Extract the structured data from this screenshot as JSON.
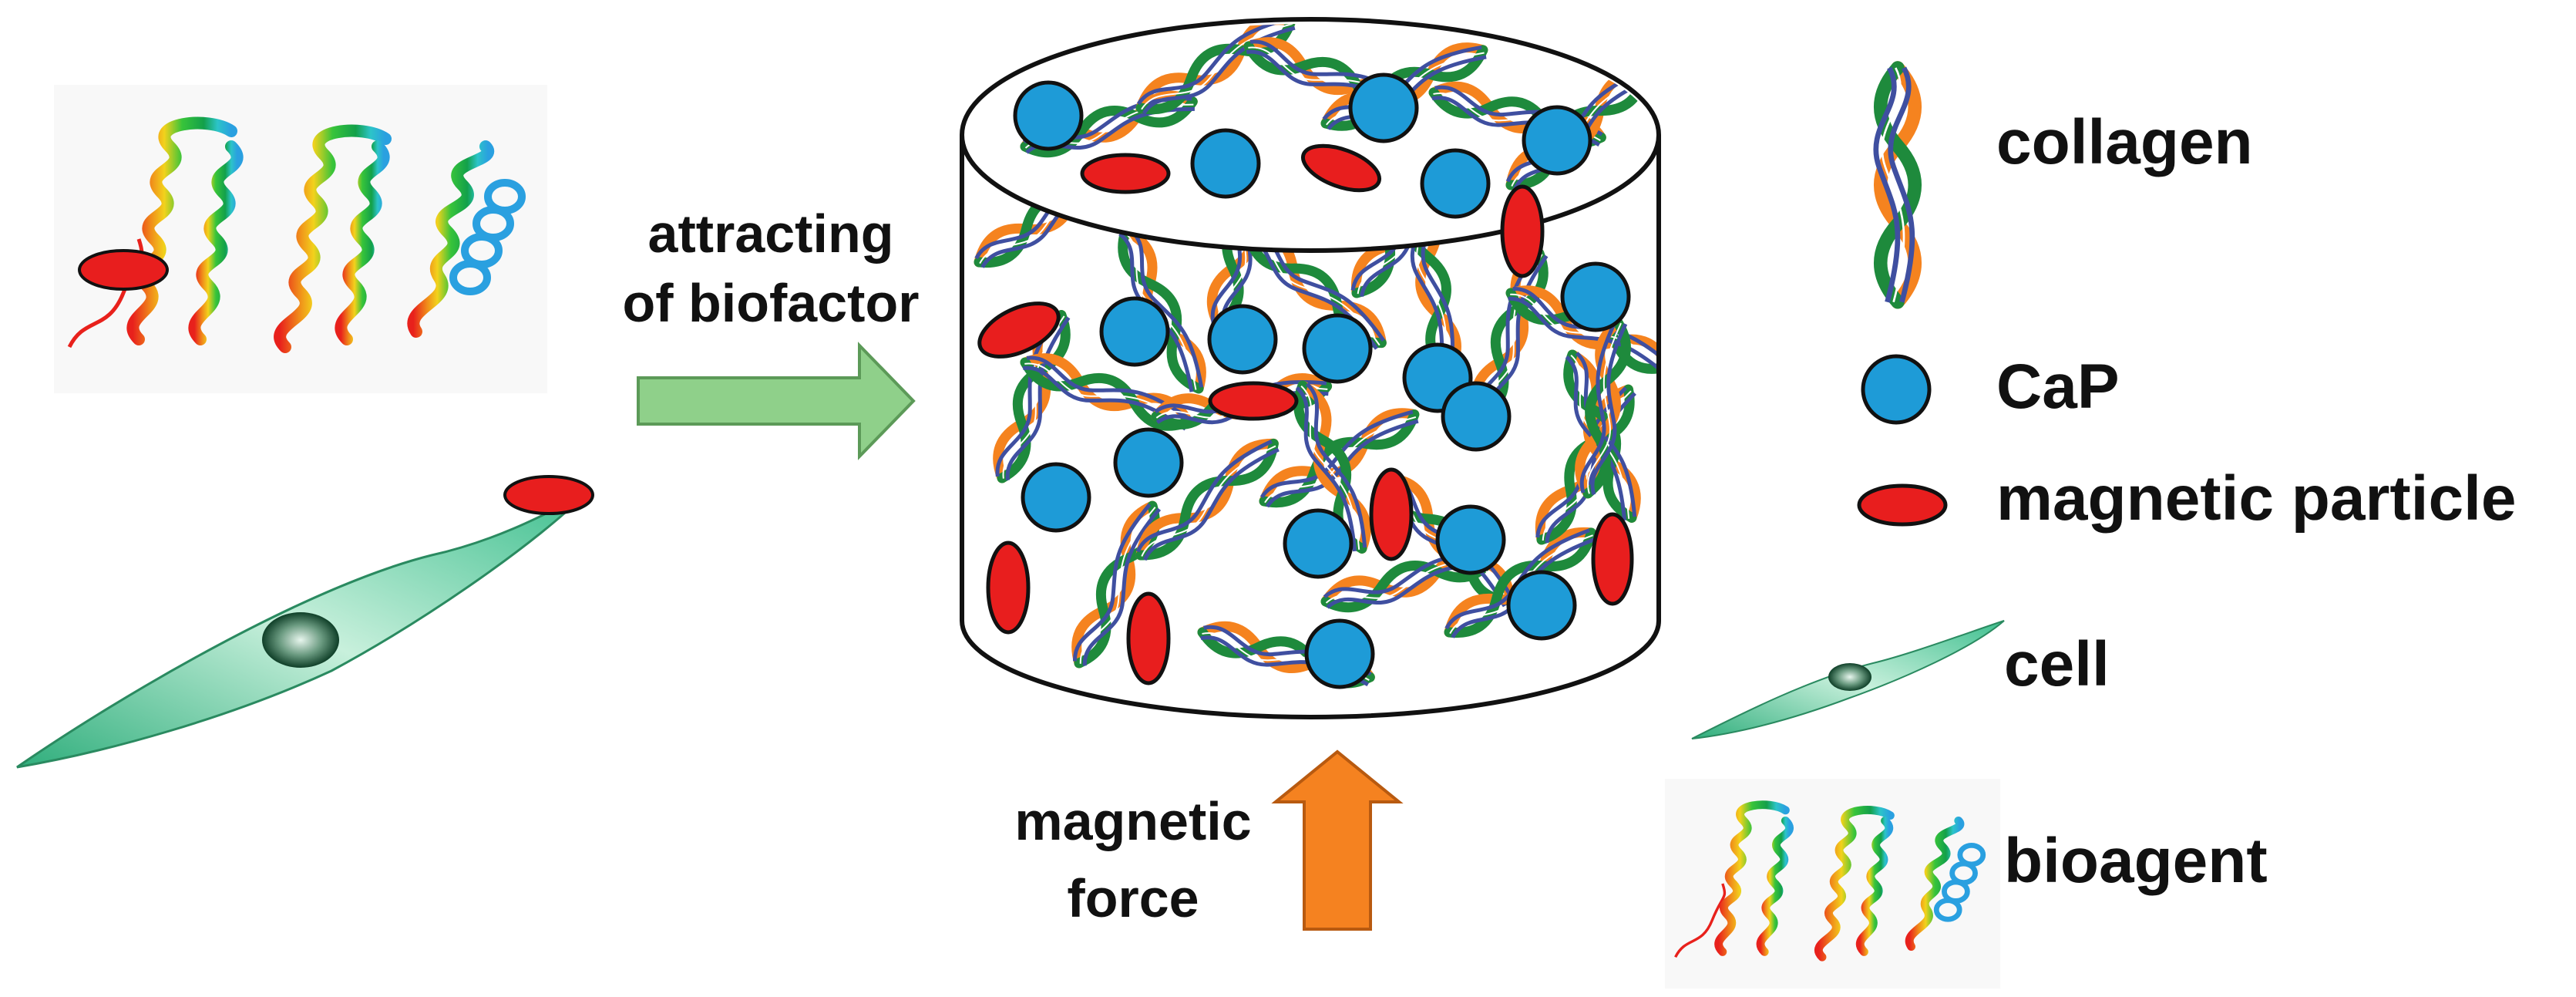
{
  "labels": {
    "attracting_line1": "attracting",
    "attracting_line2": "of biofactor",
    "magnetic_force_line1": "magnetic",
    "magnetic_force_line2": "force"
  },
  "legend": {
    "items": [
      {
        "key": "collagen",
        "label": "collagen",
        "icon": "collagen-helix-icon"
      },
      {
        "key": "cap",
        "label": "CaP",
        "icon": "cap-sphere-icon"
      },
      {
        "key": "magnetic",
        "label": "magnetic particle",
        "icon": "magnetic-particle-icon"
      },
      {
        "key": "cell",
        "label": "cell",
        "icon": "cell-icon"
      },
      {
        "key": "bioagent",
        "label": "bioagent",
        "icon": "protein-ribbon-icon"
      }
    ]
  },
  "colors": {
    "collagen_orange": "#F5831F",
    "collagen_green": "#1E8A3C",
    "collagen_blue": "#3F4FA0",
    "cap_blue": "#1E9BD7",
    "magnetic_red": "#E81E1E",
    "cell_green": "#3FBF8F",
    "arrow_green": "#8FD08A",
    "arrow_orange": "#F58220",
    "outline": "#111111"
  }
}
